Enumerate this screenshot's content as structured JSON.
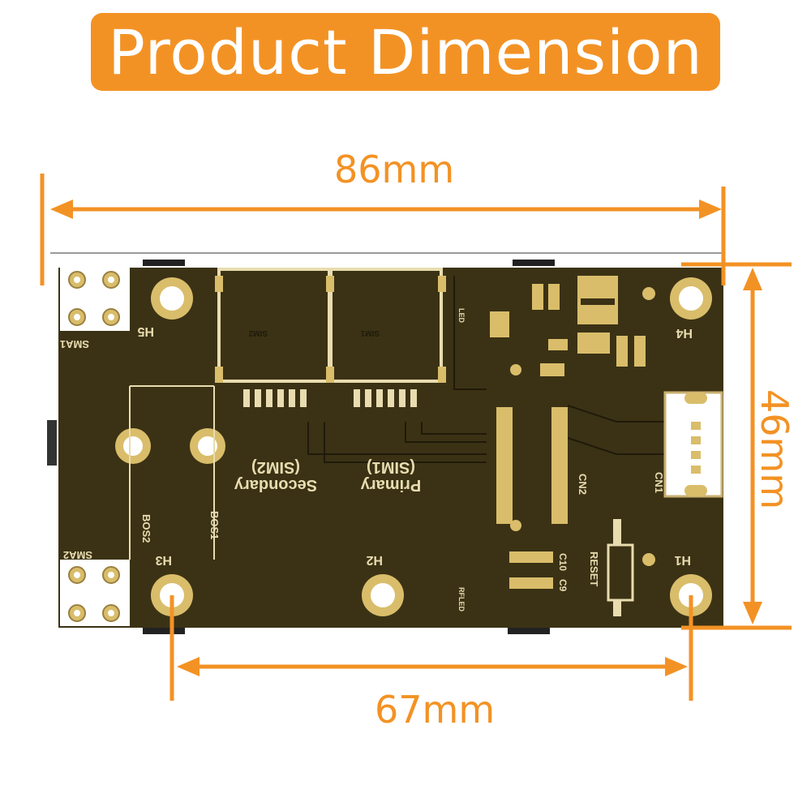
{
  "title": "Product Dimension",
  "colors": {
    "accent": "#f39224",
    "pcb": "#3b3215",
    "silk": "#e8dcb0",
    "pad": "#d9bd6a"
  },
  "dimensions": {
    "width": "86mm",
    "height": "46mm",
    "hole_spacing": "67mm"
  },
  "board": {
    "holes": [
      "H5",
      "H4",
      "H3",
      "H2",
      "H1"
    ],
    "sim_slots": [
      "SIM2",
      "SIM1"
    ],
    "sim_labels": {
      "secondary": "Secondary",
      "secondary_sim": "(SIM2)",
      "primary": "Primary",
      "primary_sim": "(SIM1)"
    },
    "antennas": [
      "SMA1",
      "SMA2"
    ],
    "bosses": [
      "BOS2",
      "BOS1"
    ],
    "connectors": [
      "CN1",
      "CN2"
    ],
    "reset": "RESET",
    "capacitors": [
      "C10",
      "C9"
    ],
    "misc": [
      "RFLED",
      "LED"
    ]
  }
}
